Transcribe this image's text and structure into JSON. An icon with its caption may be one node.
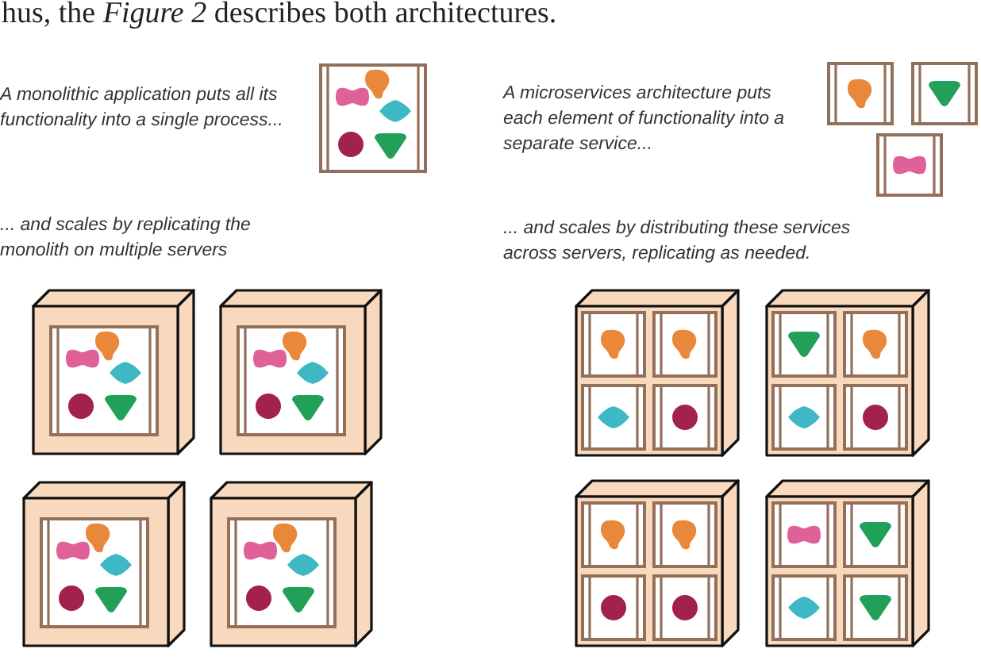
{
  "diagram": {
    "labels": [
      "hus, the *Figure 2* describes both architectures.",
      "A monolithic application puts all its functionality into a single process...",
      "A microservices architecture puts each element of functionality into a separate service...",
      "... and scales by replicating the monolith on multiple servers",
      "... and scales by distributing these services across servers, replicating as needed."
    ]
  }
}
